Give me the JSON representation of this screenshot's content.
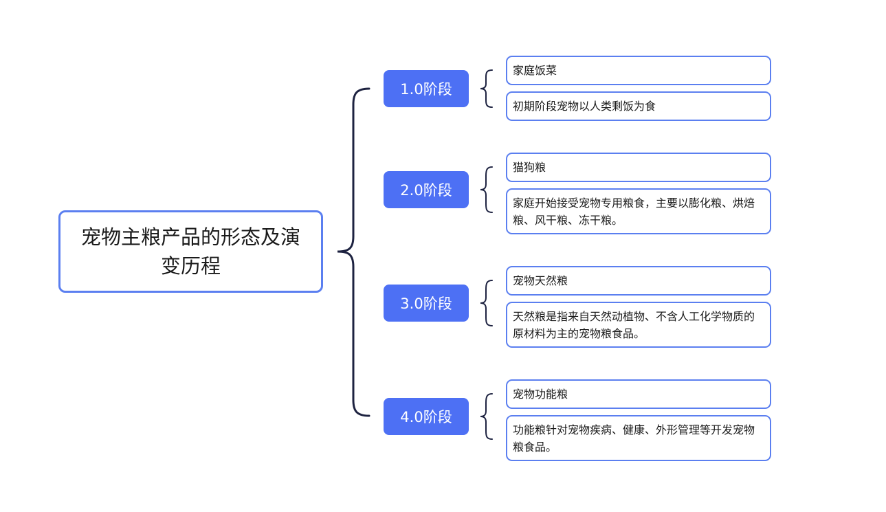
{
  "root": {
    "title": "宠物主粮产品的形态及演变历程"
  },
  "stages": [
    {
      "label": "1.0阶段",
      "name": "家庭饭菜",
      "description": "初期阶段宠物以人类剩饭为食"
    },
    {
      "label": "2.0阶段",
      "name": "猫狗粮",
      "description": "家庭开始接受宠物专用粮食，主要以膨化粮、烘焙粮、风干粮、冻干粮。"
    },
    {
      "label": "3.0阶段",
      "name": "宠物天然粮",
      "description": "天然粮是指来自天然动植物、不含人工化学物质的原材料为主的宠物粮食品。"
    },
    {
      "label": "4.0阶段",
      "name": "宠物功能粮",
      "description": "功能粮针对宠物疾病、健康、外形管理等开发宠物粮食品。"
    }
  ],
  "colors": {
    "stage_fill": "#4d70f4",
    "node_border": "#5b7ff0",
    "connector": "#1d2240"
  }
}
